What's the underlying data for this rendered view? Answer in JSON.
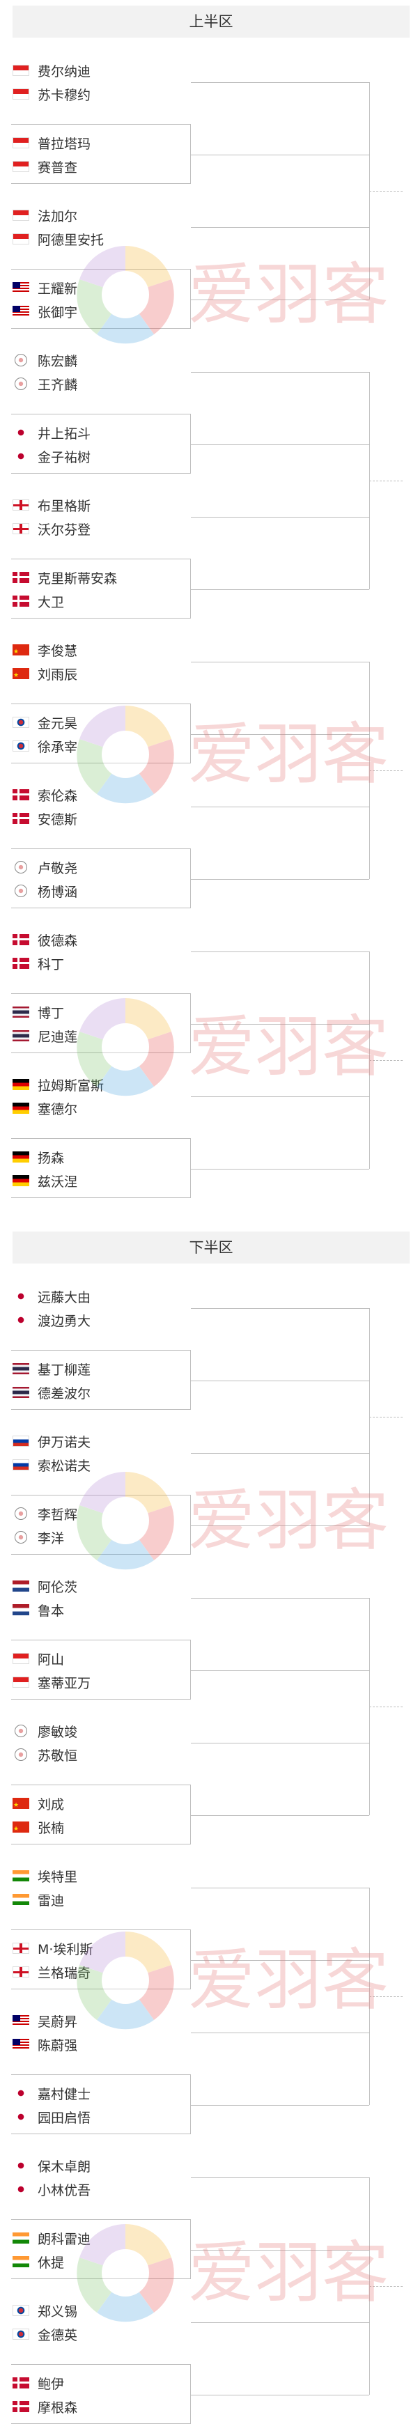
{
  "sections": [
    {
      "title": "上半区",
      "matches": [
        [
          {
            "name": "费尔纳迪",
            "flag": "INA"
          },
          {
            "name": "苏卡穆约",
            "flag": "INA"
          }
        ],
        [
          {
            "name": "普拉塔玛",
            "flag": "INA"
          },
          {
            "name": "赛普查",
            "flag": "INA"
          }
        ],
        [
          {
            "name": "法加尔",
            "flag": "INA"
          },
          {
            "name": "阿德里安托",
            "flag": "INA"
          }
        ],
        [
          {
            "name": "王耀新",
            "flag": "MAS"
          },
          {
            "name": "张御宇",
            "flag": "MAS"
          }
        ],
        [
          {
            "name": "陈宏麟",
            "flag": "TPE"
          },
          {
            "name": "王齐麟",
            "flag": "TPE"
          }
        ],
        [
          {
            "name": "井上拓斗",
            "flag": "JPN"
          },
          {
            "name": "金子祐树",
            "flag": "JPN"
          }
        ],
        [
          {
            "name": "布里格斯",
            "flag": "ENG"
          },
          {
            "name": "沃尔芬登",
            "flag": "ENG"
          }
        ],
        [
          {
            "name": "克里斯蒂安森",
            "flag": "DEN"
          },
          {
            "name": "大卫",
            "flag": "DEN"
          }
        ],
        [
          {
            "name": "李俊慧",
            "flag": "CHN"
          },
          {
            "name": "刘雨辰",
            "flag": "CHN"
          }
        ],
        [
          {
            "name": "金元昊",
            "flag": "KOR"
          },
          {
            "name": "徐承宰",
            "flag": "KOR"
          }
        ],
        [
          {
            "name": "索伦森",
            "flag": "DEN"
          },
          {
            "name": "安德斯",
            "flag": "DEN"
          }
        ],
        [
          {
            "name": "卢敬尧",
            "flag": "TPE"
          },
          {
            "name": "杨博涵",
            "flag": "TPE"
          }
        ],
        [
          {
            "name": "彼德森",
            "flag": "DEN"
          },
          {
            "name": "科丁",
            "flag": "DEN"
          }
        ],
        [
          {
            "name": "博丁",
            "flag": "THA"
          },
          {
            "name": "尼迪莲",
            "flag": "THA"
          }
        ],
        [
          {
            "name": "拉姆斯富斯",
            "flag": "GER"
          },
          {
            "name": "塞德尔",
            "flag": "GER"
          }
        ],
        [
          {
            "name": "扬森",
            "flag": "GER"
          },
          {
            "name": "兹沃涅",
            "flag": "GER"
          }
        ]
      ]
    },
    {
      "title": "下半区",
      "matches": [
        [
          {
            "name": "远藤大由",
            "flag": "JPN"
          },
          {
            "name": "渡边勇大",
            "flag": "JPN"
          }
        ],
        [
          {
            "name": "基丁柳莲",
            "flag": "THA"
          },
          {
            "name": "德差波尔",
            "flag": "THA"
          }
        ],
        [
          {
            "name": "伊万诺夫",
            "flag": "RUS"
          },
          {
            "name": "索松诺夫",
            "flag": "RUS"
          }
        ],
        [
          {
            "name": "李哲辉",
            "flag": "TPE"
          },
          {
            "name": "李洋",
            "flag": "TPE"
          }
        ],
        [
          {
            "name": "阿伦茨",
            "flag": "NED"
          },
          {
            "name": "鲁本",
            "flag": "NED"
          }
        ],
        [
          {
            "name": "阿山",
            "flag": "INA"
          },
          {
            "name": "塞蒂亚万",
            "flag": "INA"
          }
        ],
        [
          {
            "name": "廖敏竣",
            "flag": "TPE"
          },
          {
            "name": "苏敬恒",
            "flag": "TPE"
          }
        ],
        [
          {
            "name": "刘成",
            "flag": "CHN"
          },
          {
            "name": "张楠",
            "flag": "CHN"
          }
        ],
        [
          {
            "name": "埃特里",
            "flag": "IND"
          },
          {
            "name": "雷迪",
            "flag": "IND"
          }
        ],
        [
          {
            "name": "M·埃利斯",
            "flag": "ENG"
          },
          {
            "name": "兰格瑞奇",
            "flag": "ENG"
          }
        ],
        [
          {
            "name": "吴蔚昇",
            "flag": "MAS"
          },
          {
            "name": "陈蔚强",
            "flag": "MAS"
          }
        ],
        [
          {
            "name": "嘉村健士",
            "flag": "JPN"
          },
          {
            "name": "园田启悟",
            "flag": "JPN"
          }
        ],
        [
          {
            "name": "保木卓朗",
            "flag": "JPN"
          },
          {
            "name": "小林优吾",
            "flag": "JPN"
          }
        ],
        [
          {
            "name": "朗科雷迪",
            "flag": "IND"
          },
          {
            "name": "休提",
            "flag": "IND"
          }
        ],
        [
          {
            "name": "郑义锡",
            "flag": "KOR"
          },
          {
            "name": "金德英",
            "flag": "KOR"
          }
        ],
        [
          {
            "name": "鲍伊",
            "flag": "DEN"
          },
          {
            "name": "摩根森",
            "flag": "DEN"
          }
        ]
      ]
    }
  ],
  "watermark": {
    "text": "爱羽客"
  }
}
